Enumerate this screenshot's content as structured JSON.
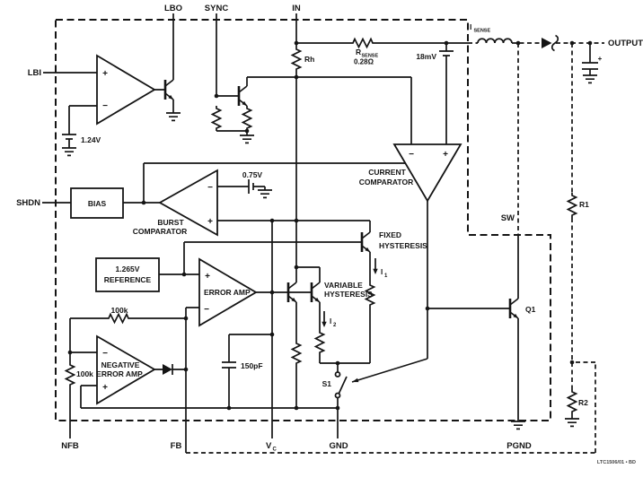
{
  "footer": "LTC1506/01 • BD",
  "symbols": {
    "plus": "+",
    "minus": "−"
  },
  "pins": {
    "lbi": "LBI",
    "lbo": "LBO",
    "sync": "SYNC",
    "vin": "IN",
    "shdn": "SHDN",
    "nfb": "NFB",
    "fb": "FB",
    "vc": {
      "main": "V",
      "sub": "C"
    },
    "gnd": "GND",
    "pgnd": "PGND",
    "sw": "SW",
    "output": "OUTPUT"
  },
  "blocks": {
    "bias": "BIAS",
    "reference": {
      "line1": "1.265V",
      "line2": "REFERENCE"
    },
    "burst_comparator": {
      "line1": "BURST",
      "line2": "COMPARATOR"
    },
    "current_comparator": {
      "line1": "CURRENT",
      "line2": "COMPARATOR"
    },
    "error_amp": "ERROR AMP",
    "negative_error_amp": {
      "line1": "NEGATIVE",
      "line2": "ERROR AMP"
    },
    "fixed_hysteresis": {
      "line1": "FIXED",
      "line2": "HYSTERESIS"
    },
    "variable_hysteresis": {
      "line1": "VARIABLE",
      "line2": "HYSTERESIS"
    }
  },
  "components": {
    "lowbatt_ref": "1.24V",
    "burst_ref": "0.75V",
    "rh": "Rh",
    "rsense": {
      "main": "R",
      "sub": "SENSE",
      "value": "0.28Ω"
    },
    "offset": "18mV",
    "isense": {
      "main": "I",
      "sub": "SENSE"
    },
    "feedback_resistor": "100k",
    "nfb_resistor": "100k",
    "comp_cap": "150pF",
    "i1": {
      "main": "I",
      "sub": "1"
    },
    "i2": {
      "main": "I",
      "sub": "2"
    },
    "s1": "S1",
    "q1": "Q1",
    "r1": "R1",
    "r2": "R2"
  }
}
